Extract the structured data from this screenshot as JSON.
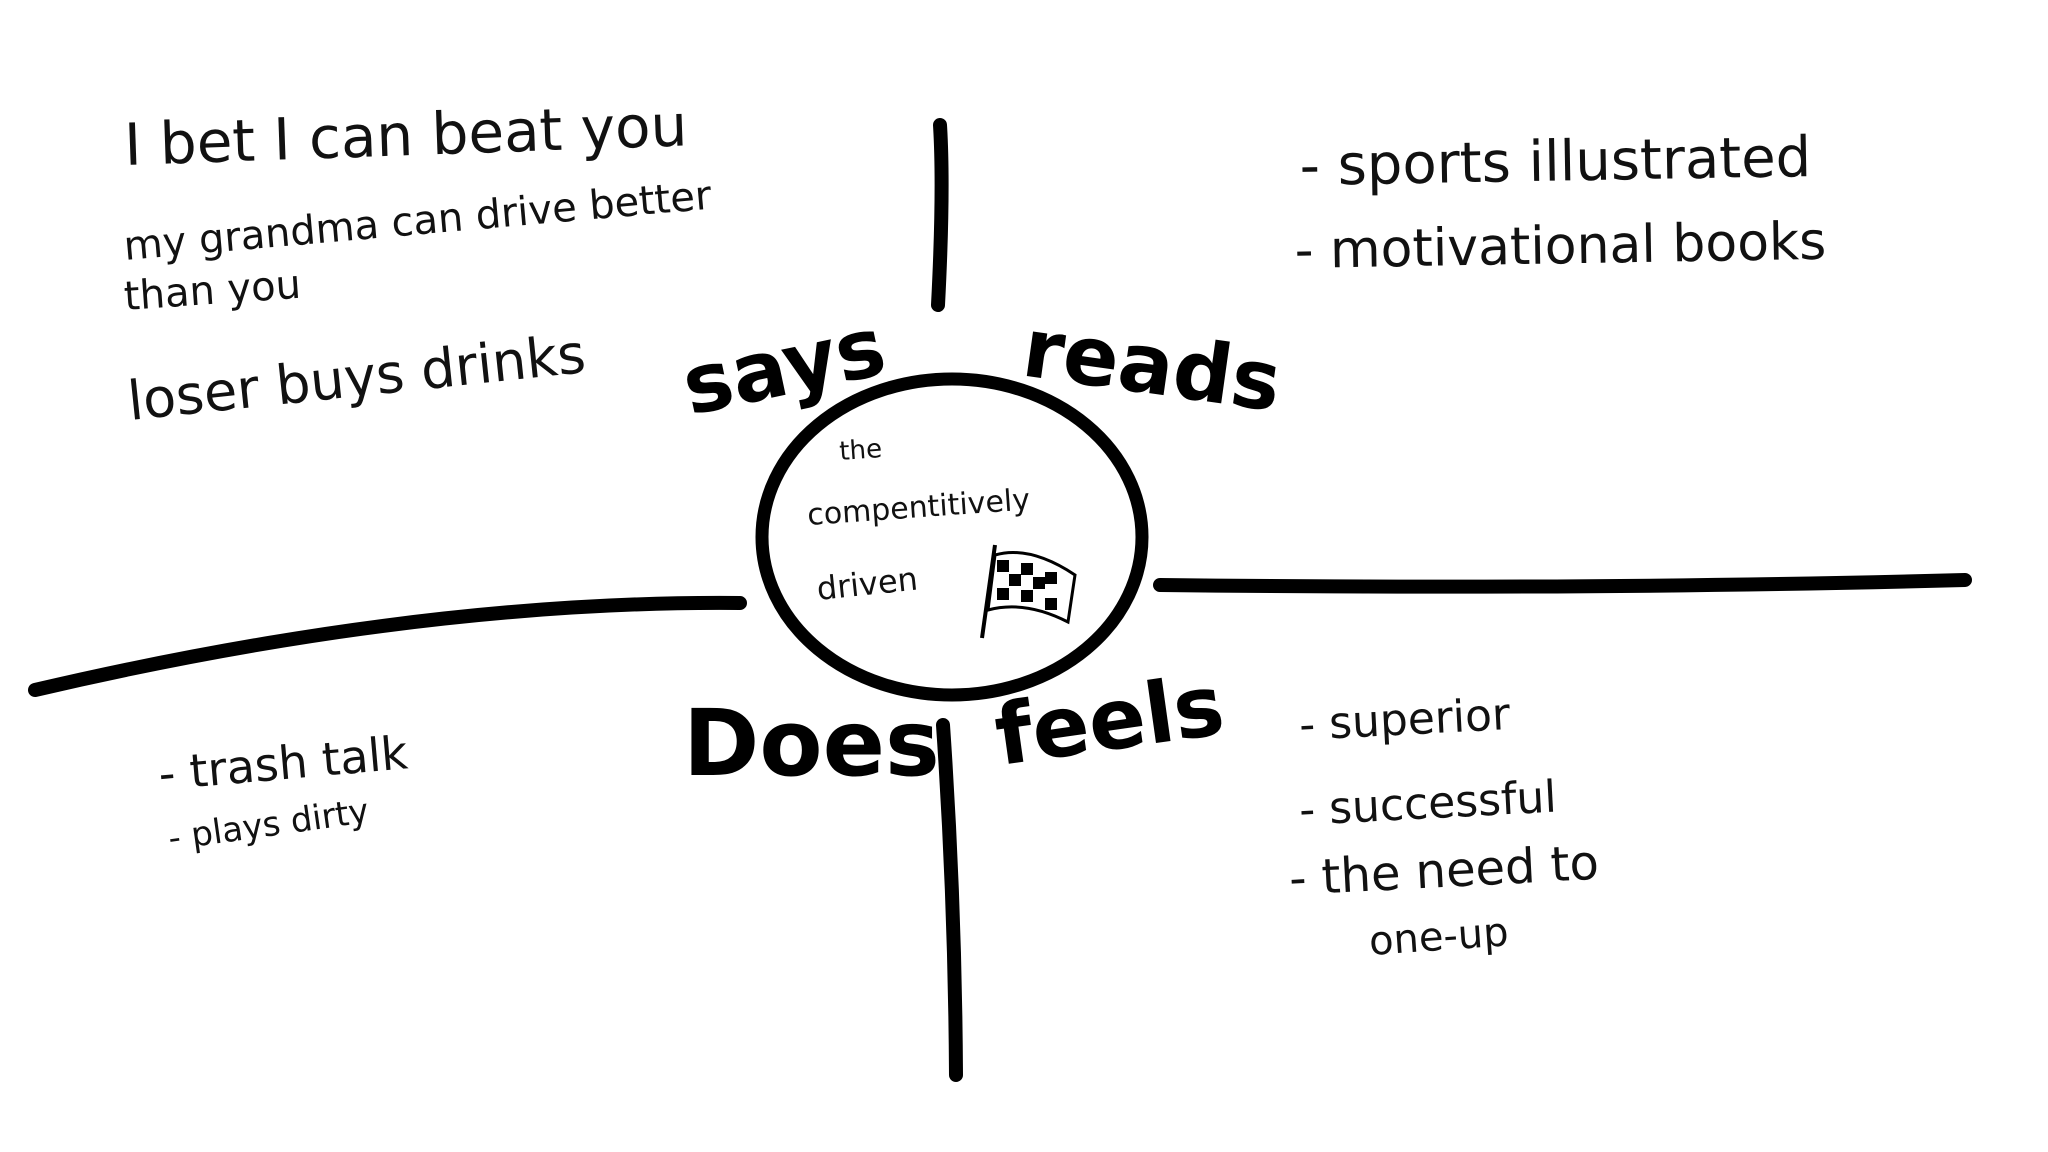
{
  "diagram": {
    "type": "empathy-map",
    "center": {
      "line1": "the",
      "line2": "compentitively",
      "line3": "driven",
      "icon": "checkered-flag-icon"
    },
    "quadrants": {
      "says": {
        "label": "says",
        "items": [
          "I bet I can beat you",
          "my grandma can drive better",
          "than you",
          "loser buys drinks"
        ]
      },
      "reads": {
        "label": "reads",
        "items": [
          "- sports illustrated",
          "- motivational books"
        ]
      },
      "does": {
        "label": "Does",
        "items": [
          "- trash talk",
          "- plays dirty"
        ]
      },
      "feels": {
        "label": "feels",
        "items": [
          "- superior",
          "- successful",
          "- the need to",
          "one-up"
        ]
      }
    }
  }
}
